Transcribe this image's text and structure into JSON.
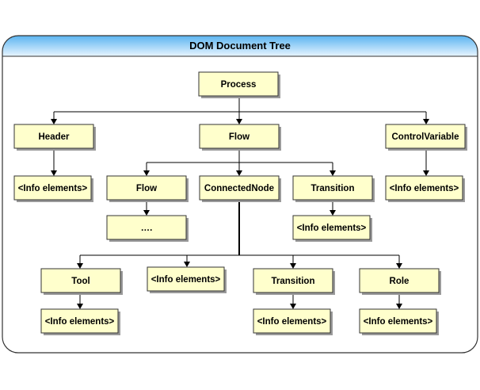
{
  "title": "DOM Document Tree",
  "nodes": {
    "process": "Process",
    "header": "Header",
    "flow": "Flow",
    "control_variable": "ControlVariable",
    "header_info": "<Info elements>",
    "control_variable_info": "<Info elements>",
    "subflow": "Flow",
    "connected_node": "ConnectedNode",
    "transition": "Transition",
    "subflow_more": "….",
    "transition_info": "<Info elements>",
    "tool": "Tool",
    "connected_node_info": "<Info elements>",
    "node_transition": "Transition",
    "role": "Role",
    "tool_info": "<Info elements>",
    "node_transition_info": "<Info elements>",
    "role_info": "<Info elements>"
  },
  "colors": {
    "node_fill": "#ffffcc",
    "title_bar_top": "#5ab4f0",
    "title_bar_bottom": "#e8f5ff"
  }
}
